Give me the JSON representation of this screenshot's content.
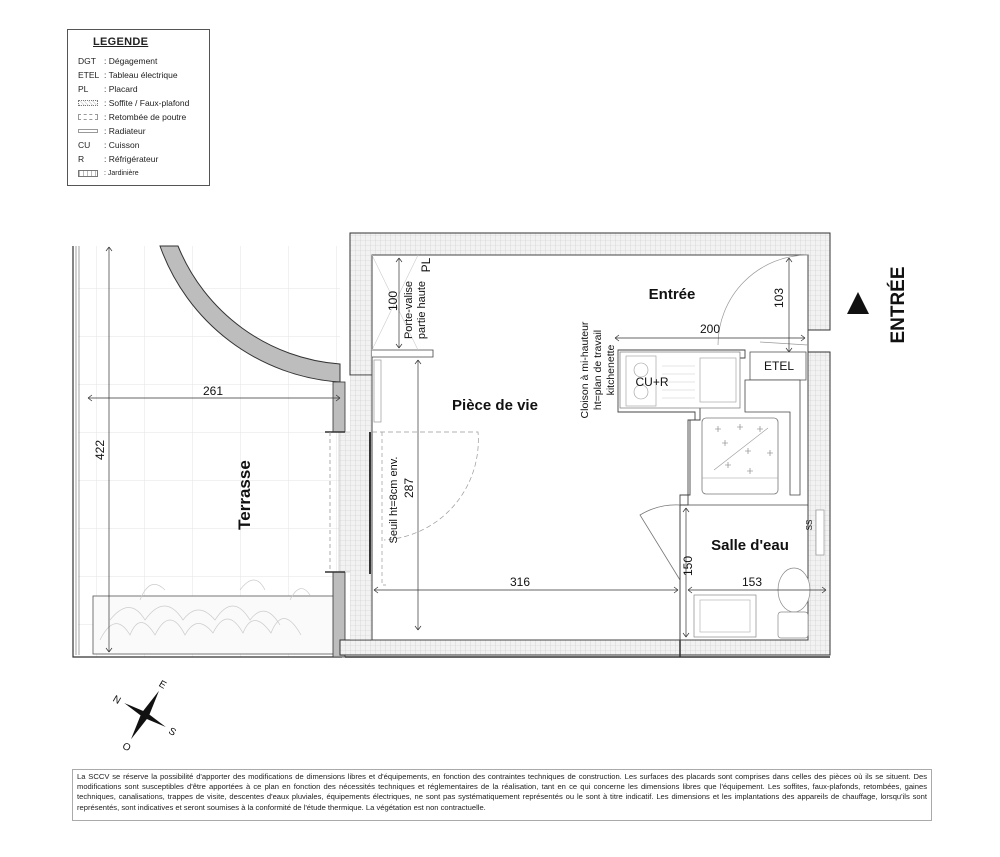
{
  "legend": {
    "title": "LEGENDE",
    "items": [
      {
        "code": "DGT",
        "label": ": Dégagement"
      },
      {
        "code": "ETEL",
        "label": ": Tableau électrique"
      },
      {
        "code": "PL",
        "label": ": Placard"
      },
      {
        "code": "",
        "swatch": "soffite",
        "label": ": Soffite / Faux-plafond"
      },
      {
        "code": "",
        "swatch": "retombee",
        "label": ": Retombée de poutre"
      },
      {
        "code": "",
        "swatch": "radiateur",
        "label": ": Radiateur"
      },
      {
        "code": "CU",
        "label": ": Cuisson"
      },
      {
        "code": "R",
        "label": ": Réfrigérateur"
      },
      {
        "code": "",
        "swatch": "jardiniere",
        "label": ": Jardinière"
      }
    ]
  },
  "plan": {
    "rooms": {
      "terrasse": "Terrasse",
      "piece_de_vie": "Pièce de vie",
      "entree": "Entrée",
      "salle_eau": "Salle d'eau"
    },
    "dimensions": {
      "terrace_width": "261",
      "terrace_depth": "422",
      "placard_depth": "100",
      "living_depth": "287",
      "living_width": "316",
      "entry_width": "200",
      "entry_depth": "103",
      "bath_width": "153",
      "bath_depth": "150"
    },
    "labels": {
      "placard_line1": "Porte-valise",
      "placard_line2": "partie haute",
      "pl": "PL",
      "seuil": "Seuil ht=8cm env.",
      "cloison_line1": "Cloison à mi-hauteur",
      "cloison_line2": "ht=plan de travail",
      "cloison_line3": "kitchenette",
      "cu_r": "CU+R",
      "etel": "ETEL",
      "ss": "SS",
      "entry_arrow": "ENTRÉE"
    },
    "compass": {
      "n": "N",
      "e": "E",
      "s": "S",
      "o": "O"
    }
  },
  "notice": "La SCCV se réserve la possibilité d'apporter des modifications de dimensions libres et d'équipements, en fonction des contraintes techniques de construction. Les surfaces des placards sont comprises dans celles des pièces où ils se situent. Des modifications sont susceptibles d'être apportées à ce plan en fonction des nécessités techniques et réglementaires de la réalisation, tant en ce qui concerne les dimensions libres que l'équipement. Les soffites, faux-plafonds, retombées, gaines techniques, canalisations, trappes de visite, descentes d'eaux pluviales, équipements électriques, ne sont pas systématiquement représentés ou le sont à titre indicatif. Les dimensions et les implantations des appareils de chauffage, lorsqu'ils sont représentés, sont indicatives et seront soumises à la conformité de l'étude thermique. La végétation est non contractuelle."
}
